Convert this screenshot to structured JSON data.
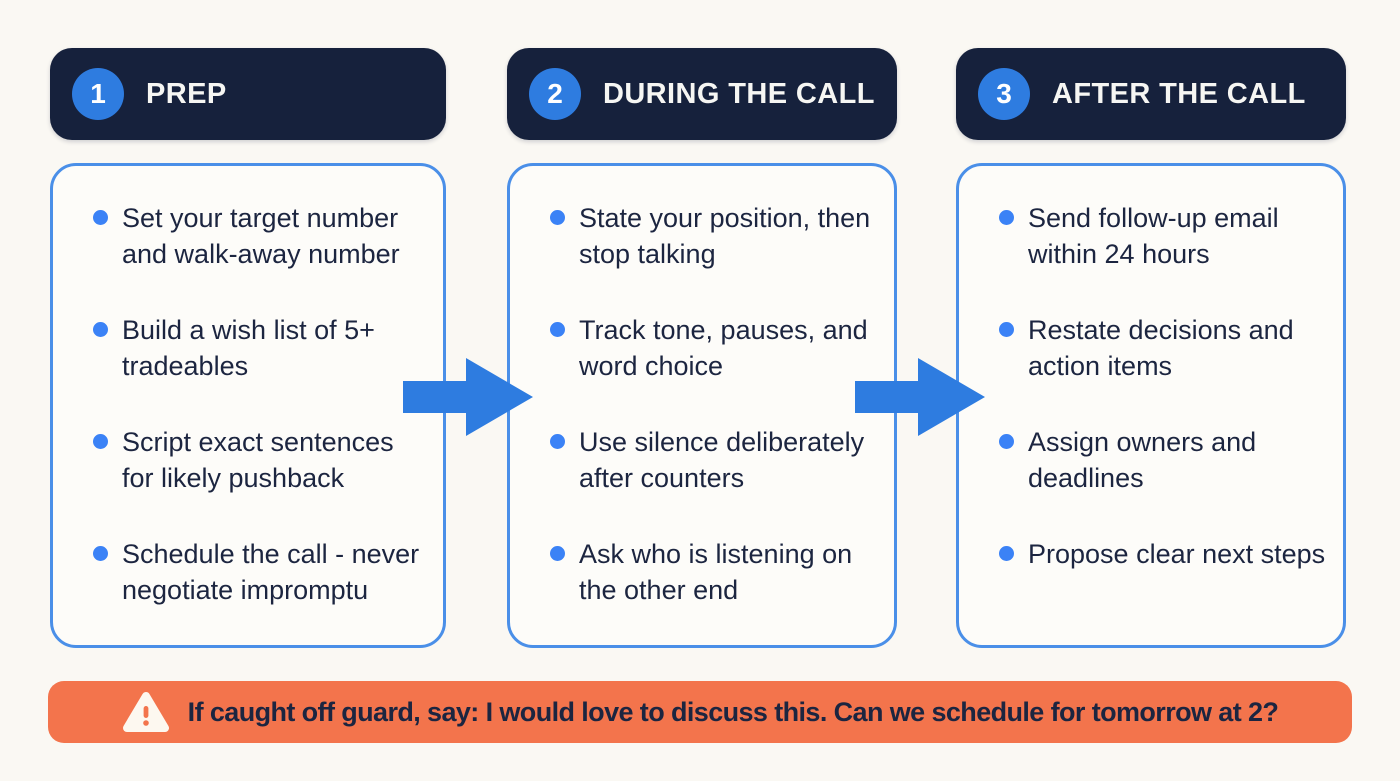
{
  "columns": [
    {
      "number": "1",
      "title": "PREP",
      "items": [
        "Set your target number and walk-away number",
        "Build a wish list of 5+ tradeables",
        "Script exact sentences for likely pushback",
        "Schedule the call - never negotiate impromptu"
      ]
    },
    {
      "number": "2",
      "title": "DURING THE CALL",
      "items": [
        "State your position, then stop talking",
        "Track tone, pauses, and word choice",
        "Use silence deliberately after counters",
        "Ask who is listening on the other end"
      ]
    },
    {
      "number": "3",
      "title": "AFTER THE CALL",
      "items": [
        "Send follow-up email within 24 hours",
        "Restate decisions and action items",
        "Assign owners and deadlines",
        "Propose clear next steps"
      ]
    }
  ],
  "banner": {
    "icon": "warning-triangle-icon",
    "text": "If caught off guard, say: I would love to discuss this. Can we schedule for tomorrow at 2?"
  },
  "colors": {
    "page_bg": "#faf8f3",
    "card_bg": "#fdfcf9",
    "header_navy": "#16213c",
    "text_navy": "#1c2540",
    "accent_blue": "#2e7ce0",
    "bullet_blue": "#3b82f6",
    "border_blue": "#4a8fe8",
    "banner_orange": "#f3744c"
  }
}
